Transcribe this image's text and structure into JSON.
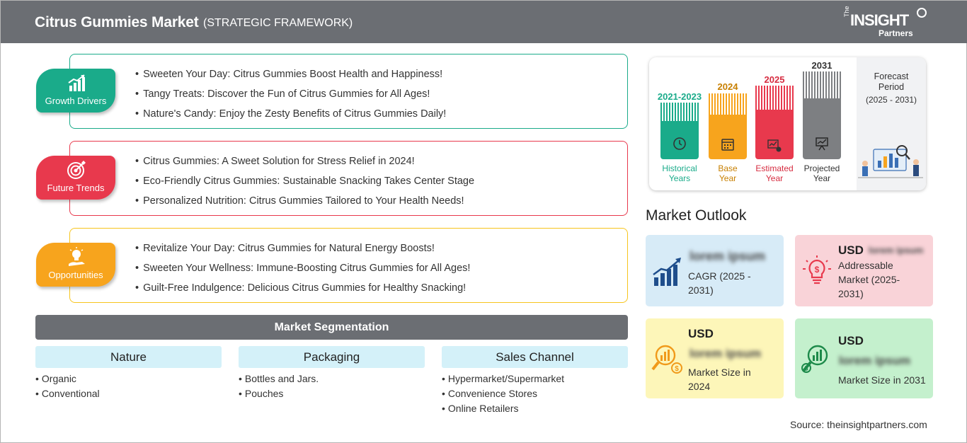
{
  "header": {
    "title": "Citrus Gummies Market",
    "subtitle": "(STRATEGIC FRAMEWORK)",
    "logo": {
      "the": "The",
      "insight": "INSIGHT",
      "partners": "Partners"
    }
  },
  "categories": [
    {
      "label": "Growth Drivers",
      "color": "#1aab8a",
      "icon": "growth-chart-icon",
      "items": [
        "Sweeten Your Day: Citrus Gummies Boost Health and Happiness!",
        "Tangy Treats: Discover the Fun of Citrus Gummies for All Ages!",
        "Nature's Candy: Enjoy the Zesty Benefits of Citrus Gummies Daily!"
      ]
    },
    {
      "label": "Future Trends",
      "color": "#e8394d",
      "icon": "target-icon",
      "items": [
        "Citrus Gummies: A Sweet Solution for Stress Relief in 2024!",
        "Eco-Friendly Citrus Gummies: Sustainable Snacking Takes Center Stage",
        "Personalized Nutrition: Citrus Gummies Tailored to Your Health Needs!"
      ]
    },
    {
      "label": "Opportunities",
      "color": "#f7a41d",
      "icon": "lightbulb-hand-icon",
      "items": [
        "Revitalize Your Day: Citrus Gummies for Natural Energy Boosts!",
        "Sweeten Your Wellness: Immune-Boosting Citrus Gummies for All Ages!",
        "Guilt-Free Indulgence: Delicious Citrus Gummies for Healthy Snacking!"
      ]
    }
  ],
  "segmentation": {
    "title": "Market Segmentation",
    "columns": [
      {
        "heading": "Nature",
        "items": [
          "Organic",
          "Conventional"
        ]
      },
      {
        "heading": "Packaging",
        "items": [
          "Bottles and Jars.",
          "Pouches"
        ]
      },
      {
        "heading": "Sales Channel",
        "items": [
          "Hypermarket/Supermarket",
          "Convenience Stores",
          "Online Retailers"
        ]
      }
    ]
  },
  "timeline": {
    "bars": [
      {
        "year": "2021-2023",
        "label_line1": "Historical",
        "label_line2": "Years",
        "color": "#1aab8a",
        "icon": "history-icon"
      },
      {
        "year": "2024",
        "label_line1": "Base",
        "label_line2": "Year",
        "color": "#f7a41d",
        "icon": "calendar-icon"
      },
      {
        "year": "2025",
        "label_line1": "Estimated",
        "label_line2": "Year",
        "color": "#e8394d",
        "icon": "settings-chart-icon"
      },
      {
        "year": "2031",
        "label_line1": "Projected",
        "label_line2": "Year",
        "color": "#7d7f82",
        "icon": "presentation-icon"
      }
    ],
    "forecast_title": "Forecast Period",
    "forecast_range": "(2025 - 2031)"
  },
  "market_outlook": {
    "title": "Market Outlook",
    "cards": [
      {
        "prefix": "",
        "value": "lorem ipsum",
        "desc_line1": "CAGR (2025 -",
        "desc_line2": "2031)",
        "desc_line3": "",
        "bg": "#d7ebf7",
        "icon": "bar-growth-icon"
      },
      {
        "prefix": "USD",
        "value": "lorem ipsum",
        "desc_line1": "Addressable",
        "desc_line2": "Market (2025-",
        "desc_line3": "2031)",
        "bg": "#f9d3d8",
        "icon": "dollar-bulb-icon"
      },
      {
        "prefix": "USD",
        "value": "lorem ipsum",
        "desc_line1": "Market Size in",
        "desc_line2": "2024",
        "desc_line3": "",
        "bg": "#fdf6b9",
        "icon": "dollar-search-icon"
      },
      {
        "prefix": "USD",
        "value": "lorem ipsum",
        "desc_line1": "Market Size in 2031",
        "desc_line2": "",
        "desc_line3": "",
        "bg": "#c4f0cd",
        "icon": "dollar-growth-icon"
      }
    ]
  },
  "source": "Source: theinsightpartners.com"
}
